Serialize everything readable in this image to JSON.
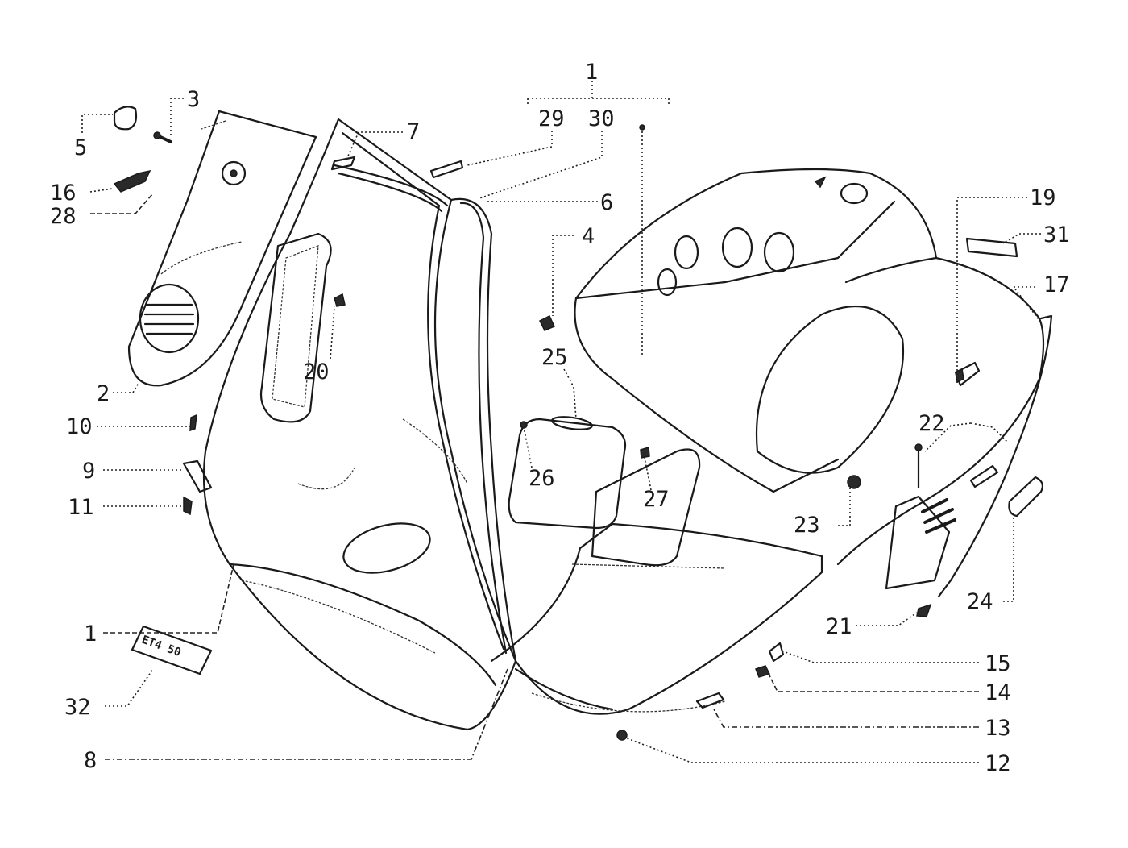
{
  "diagram": {
    "type": "exploded-parts-diagram",
    "subject": "scooter front shield / leg shield body assembly",
    "bracket_group": {
      "parent_label": "1",
      "children": [
        "29",
        "30"
      ]
    },
    "badge_32_text": "ET4 50",
    "callouts": [
      {
        "id": "c1_top",
        "label": "1"
      },
      {
        "id": "c29",
        "label": "29"
      },
      {
        "id": "c30",
        "label": "30"
      },
      {
        "id": "c3",
        "label": "3"
      },
      {
        "id": "c5",
        "label": "5"
      },
      {
        "id": "c16",
        "label": "16"
      },
      {
        "id": "c28",
        "label": "28"
      },
      {
        "id": "c7",
        "label": "7"
      },
      {
        "id": "c6",
        "label": "6"
      },
      {
        "id": "c4",
        "label": "4"
      },
      {
        "id": "c2",
        "label": "2"
      },
      {
        "id": "c20",
        "label": "20"
      },
      {
        "id": "c10",
        "label": "10"
      },
      {
        "id": "c9",
        "label": "9"
      },
      {
        "id": "c11",
        "label": "11"
      },
      {
        "id": "c1_left",
        "label": "1"
      },
      {
        "id": "c32",
        "label": "32"
      },
      {
        "id": "c8",
        "label": "8"
      },
      {
        "id": "c25",
        "label": "25"
      },
      {
        "id": "c26",
        "label": "26"
      },
      {
        "id": "c27",
        "label": "27"
      },
      {
        "id": "c19",
        "label": "19"
      },
      {
        "id": "c31",
        "label": "31"
      },
      {
        "id": "c17",
        "label": "17"
      },
      {
        "id": "c22",
        "label": "22"
      },
      {
        "id": "c23",
        "label": "23"
      },
      {
        "id": "c24",
        "label": "24"
      },
      {
        "id": "c21",
        "label": "21"
      },
      {
        "id": "c15",
        "label": "15"
      },
      {
        "id": "c14",
        "label": "14"
      },
      {
        "id": "c13",
        "label": "13"
      },
      {
        "id": "c12",
        "label": "12"
      }
    ]
  }
}
